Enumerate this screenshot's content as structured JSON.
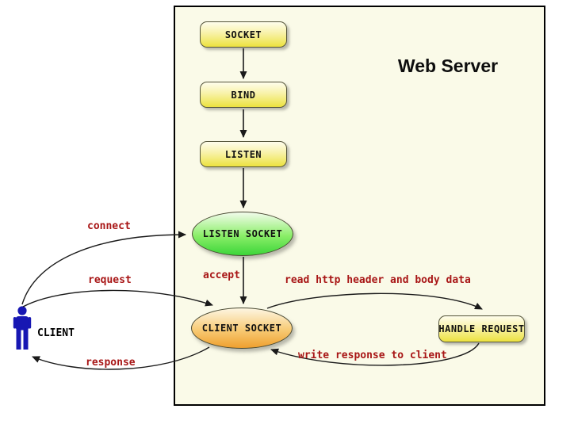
{
  "diagram": {
    "title": "Web Server",
    "type": "flowchart",
    "nodes": {
      "socket": {
        "label": "SOCKET",
        "shape": "rounded-rect"
      },
      "bind": {
        "label": "BIND",
        "shape": "rounded-rect"
      },
      "listen": {
        "label": "LISTEN",
        "shape": "rounded-rect"
      },
      "listen_socket": {
        "label": "LISTEN SOCKET",
        "shape": "ellipse"
      },
      "client_socket": {
        "label": "CLIENT SOCKET",
        "shape": "ellipse"
      },
      "handle_request": {
        "label": "HANDLE REQUEST",
        "shape": "rounded-rect"
      }
    },
    "actor": {
      "label": "CLIENT"
    },
    "edges": {
      "socket_to_bind": {
        "from": "SOCKET",
        "to": "BIND",
        "label": ""
      },
      "bind_to_listen": {
        "from": "BIND",
        "to": "LISTEN",
        "label": ""
      },
      "listen_to_listen_socket": {
        "from": "LISTEN",
        "to": "LISTEN SOCKET",
        "label": ""
      },
      "accept": {
        "from": "LISTEN SOCKET",
        "to": "CLIENT SOCKET",
        "label": "accept"
      },
      "connect": {
        "from": "CLIENT",
        "to": "LISTEN SOCKET",
        "label": "connect"
      },
      "request": {
        "from": "CLIENT",
        "to": "CLIENT SOCKET",
        "label": "request"
      },
      "response": {
        "from": "CLIENT SOCKET",
        "to": "CLIENT",
        "label": "response"
      },
      "read": {
        "from": "CLIENT SOCKET",
        "to": "HANDLE REQUEST",
        "label": "read http header and body data"
      },
      "write": {
        "from": "HANDLE REQUEST",
        "to": "CLIENT SOCKET",
        "label": "write response to client"
      }
    },
    "colors": {
      "canvas_bg": "#ffffff",
      "server_bg": "#fafae8",
      "server_border": "#000000",
      "node_yellow_top": "#fefdec",
      "node_yellow_bottom": "#ece23f",
      "ellipse_green_top": "#f2fcec",
      "ellipse_green_bottom": "#3cd639",
      "ellipse_orange_top": "#fdf6e2",
      "ellipse_orange_bottom": "#efa02f",
      "shape_border": "#4a4a33",
      "edge_label": "#a81616",
      "arrow": "#1a1a1a",
      "client_blue": "#1717b3"
    }
  }
}
